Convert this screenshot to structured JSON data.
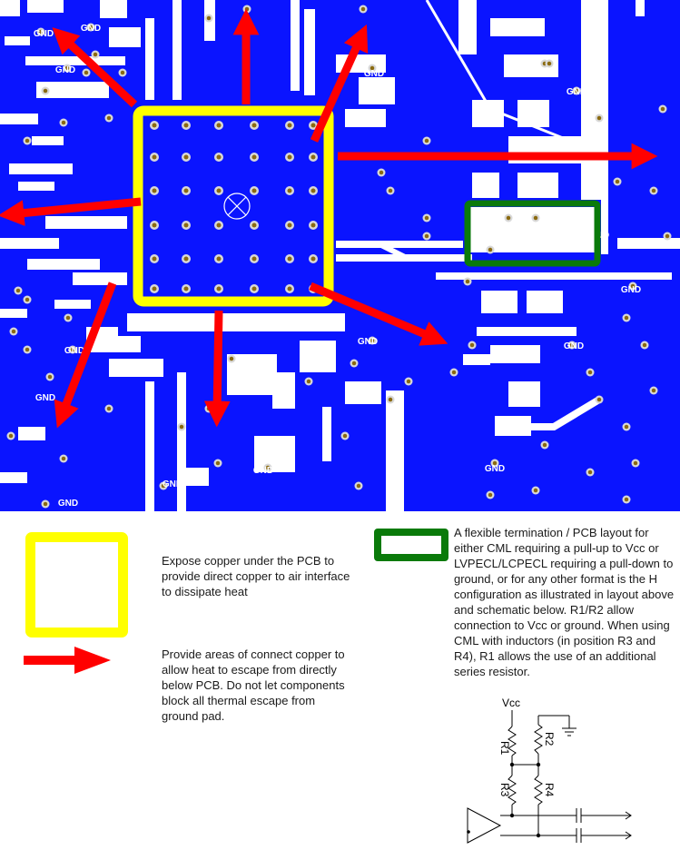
{
  "pcb_layout": {
    "via_label": "GND",
    "colors": {
      "board": "#0a14ff",
      "copper_trace": "#ffffff",
      "via_ring": "#d8d8d8",
      "via_core": "#8a6a10",
      "exposed_pad_outline": "#ffff00",
      "termination_outline": "#0a7a0a",
      "arrow": "#ff0000"
    }
  },
  "legend": {
    "yellow_description": "Expose copper under the PCB to provide direct copper to air interface to dissipate heat",
    "arrow_description": "Provide areas of connect copper to allow heat to escape from directly below PCB.  Do not let components block all thermal escape from ground pad.",
    "green_description": "A flexible termination / PCB layout for either CML requiring a pull-up to Vcc or LVPECL/LCPECL requiring a pull-down to ground, or for any other format is the H configuration as illustrated in layout above and schematic below.  R1/R2 allow connection to Vcc or ground.  When using CML with inductors (in position R3 and R4), R1 allows the use of an additional series resistor."
  },
  "schematic": {
    "vcc_label": "Vcc",
    "r1": "R1",
    "r2": "R2",
    "r3": "R3",
    "r4": "R4"
  }
}
